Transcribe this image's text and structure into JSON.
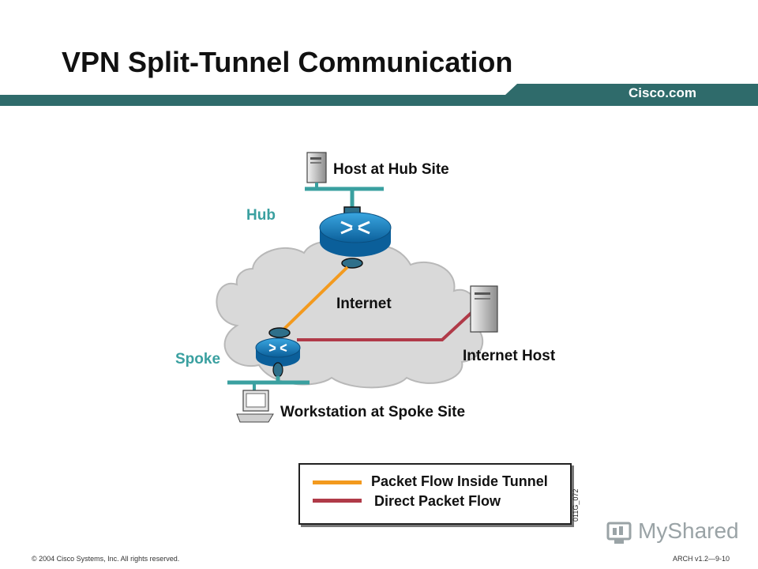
{
  "slide": {
    "title": "VPN Split-Tunnel Communication",
    "brand": "Cisco.com",
    "band_color": "#2f6b6b"
  },
  "diagram": {
    "labels": {
      "host_hub": "Host at Hub Site",
      "hub": "Hub",
      "internet": "Internet",
      "spoke": "Spoke",
      "internet_host": "Internet Host",
      "workstation": "Workstation at Spoke Site"
    },
    "icons": [
      "server-icon",
      "router-icon",
      "workstation-icon",
      "cloud-icon"
    ],
    "colors": {
      "tunnel": "#f39a1e",
      "direct": "#b03a48",
      "teal": "#3aa0a0",
      "cloud": "#d9d9d9",
      "router": "#1e88c8"
    }
  },
  "legend": {
    "tunnel_label": "Packet Flow Inside Tunnel",
    "direct_label": "Direct Packet Flow",
    "figure_code": "011G_072"
  },
  "footer": {
    "copyright": "© 2004 Cisco Systems, Inc. All rights reserved.",
    "course": "ARCH v1.2—9-10"
  },
  "watermark": "MyShared"
}
